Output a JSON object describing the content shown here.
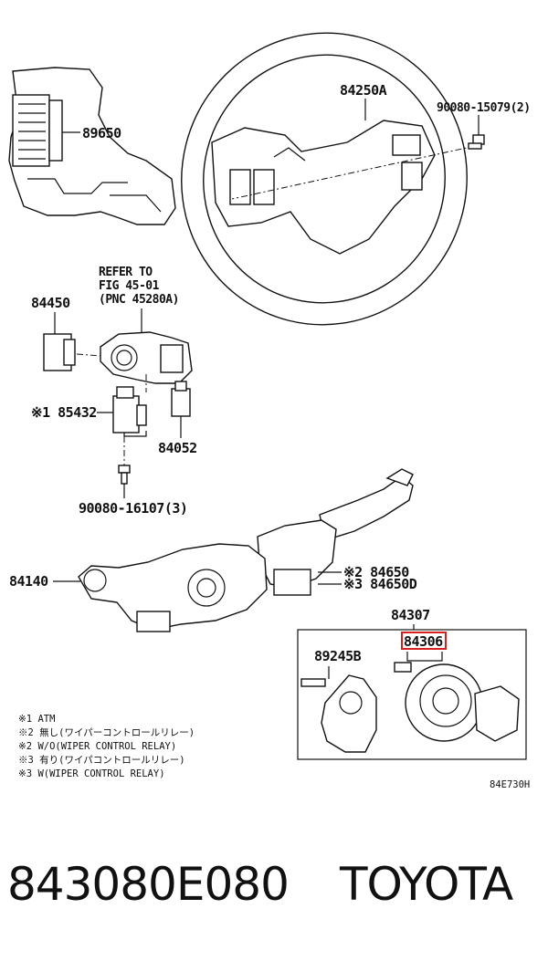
{
  "labels": {
    "p89650": "89650",
    "p84250a": "84250A",
    "p90080_15079": "90080-15079(2)",
    "refer_line1": "REFER TO",
    "refer_line2": "FIG 45-01",
    "refer_line3": "(PNC 45280A)",
    "p84450": "84450",
    "p85432": "※1 85432",
    "p84052": "84052",
    "p90080_16107": "90080-16107(3)",
    "p84140": "84140",
    "p84650": "※2 84650",
    "p84650d": "※3 84650D",
    "p84307": "84307",
    "p89245b": "89245B",
    "p84306": "84306",
    "code": "84E730H"
  },
  "notes": [
    "※1 ATM",
    "※2 無し(ワイパーコントロールリレー)",
    "※2 W/O(WIPER CONTROL RELAY)",
    "※3 有り(ワイパコントロールリレー)",
    "※3 W(WIPER CONTROL RELAY)"
  ],
  "footer": {
    "part_number": "843080E080",
    "brand": "TOYOTA"
  },
  "colors": {
    "highlight": "#d61f1f",
    "ink": "#111111"
  }
}
